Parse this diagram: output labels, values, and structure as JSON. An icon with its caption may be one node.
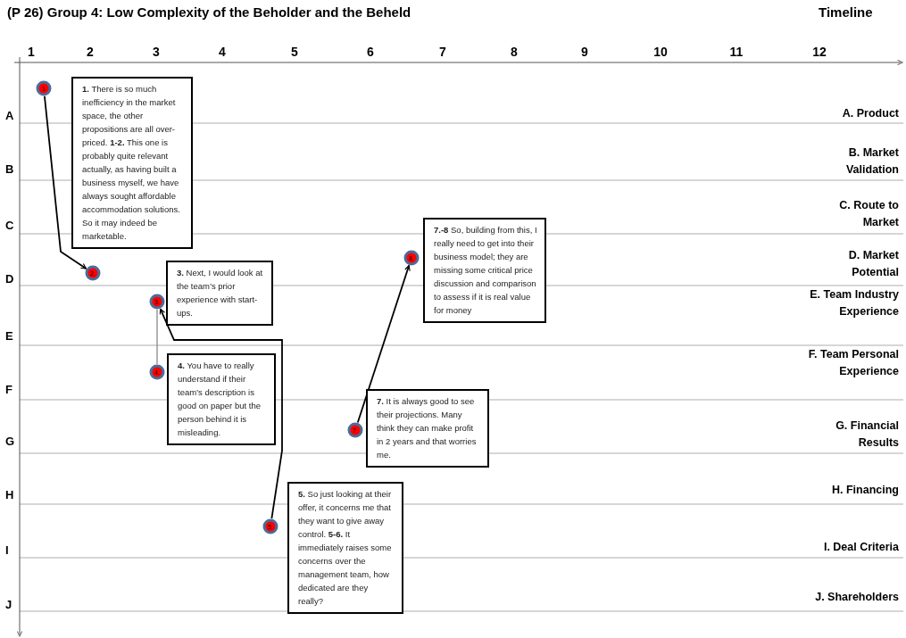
{
  "diagram": {
    "title": "(P 26) Group  4: Low Complexity of the Beholder and the Beheld",
    "nodes": [
      {
        "text": [
          "1"
        ]
      },
      {
        "text": [
          "**1.** There is so much inefficiency in the market space, the other propositions  are all over-priced. **1-2.** This one is probably quite relevant actually, as having built a business myself, we have always sought affordable accommodation solutions. So it may indeed be marketable."
        ]
      },
      {
        "text": [
          "2."
        ]
      },
      {
        "text": [
          "**3.** Next, I would look at the team’s prior experience with start-ups."
        ]
      },
      {
        "text": [
          "3."
        ]
      },
      {
        "text": [
          "4."
        ]
      },
      {
        "text": [
          "**4.** You have to really understand if their team’s description is good on paper but the person behind it is misleading."
        ]
      },
      {
        "text": [
          "5."
        ]
      },
      {
        "text": [
          "**5.** So just looking at their offer, it concerns me that they want to give away control. **5-6.** It immediately raises some concerns over the management team, how dedicated are they really?"
        ]
      },
      {
        "text": [
          "**7.-8** So, building from this, I really need to get into their business model; they are missing some critical price discussion and comparison to assess if it is real value for money"
        ]
      },
      {
        "text": [
          "8."
        ]
      },
      {
        "text": [
          "**7.** It is always good to see their projections. Many think they can make profit in 2 years and that worries me."
        ]
      },
      {
        "text": [
          "7."
        ]
      }
    ],
    "edges": [
      {
        "from": 0,
        "to": 2,
        "arrow": "to"
      },
      {
        "from": 5,
        "to": 4,
        "arrow": "none",
        "color": "#808080"
      },
      {
        "from": 7,
        "to": 4,
        "arrow": "to"
      },
      {
        "from": 12,
        "to": 10,
        "arrow": "to"
      }
    ],
    "labels": [
      "Timeline",
      "1",
      "2",
      "3",
      "4",
      "5",
      "6",
      "7",
      "8",
      "9",
      "10",
      "11",
      "12",
      "A",
      "A. Product",
      "B",
      "B. Market Validation",
      "C",
      "C. Route to Market",
      "D",
      "D. Market Potential",
      "E",
      "E. Team Industry Experience",
      "F",
      "F. Team Personal Experience",
      "G",
      "G. Financial Results",
      "H",
      "H. Financing",
      "I",
      "I. Deal Criteria",
      "J",
      "J. Shareholders"
    ]
  }
}
